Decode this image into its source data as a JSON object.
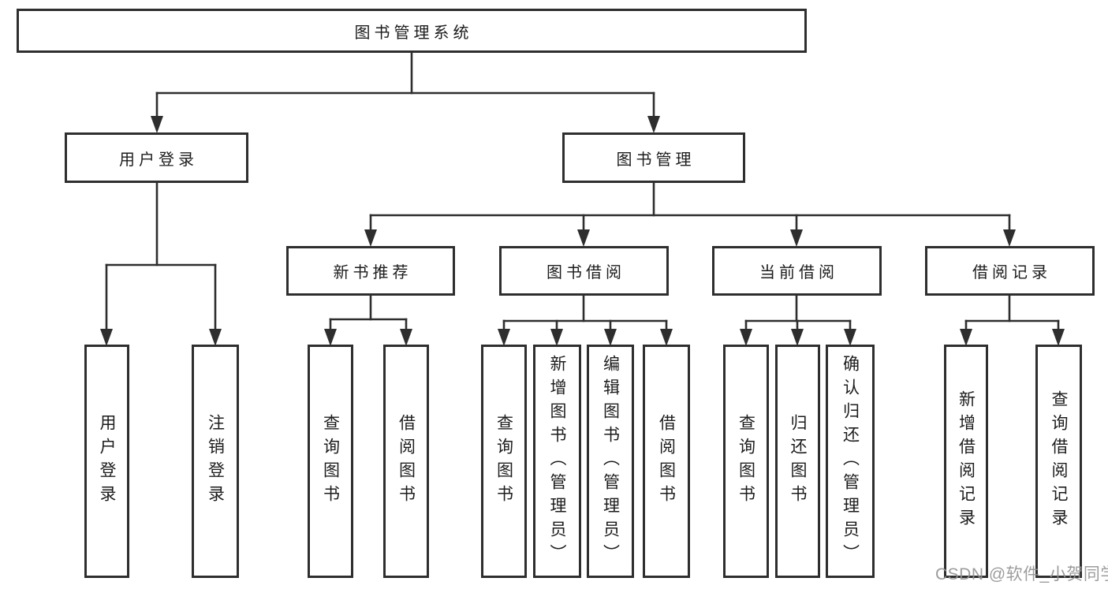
{
  "diagram": {
    "root": {
      "label": "图书管理系统"
    },
    "level2": {
      "user_login": {
        "label": "用户登录"
      },
      "book_mgmt": {
        "label": "图书管理"
      }
    },
    "level3": {
      "new_book_recommend": {
        "label": "新书推荐"
      },
      "book_borrow": {
        "label": "图书借阅"
      },
      "current_borrow": {
        "label": "当前借阅"
      },
      "borrow_records": {
        "label": "借阅记录"
      }
    },
    "leaves": [
      "用户登录",
      "注销登录",
      "查询图书",
      "借阅图书",
      "查询图书",
      "新增图书（管理员）",
      "编辑图书（管理员）",
      "借阅图书",
      "查询图书",
      "归还图书",
      "确认归还（管理员）",
      "新增借阅记录",
      "查询借阅记录"
    ]
  },
  "watermark": "CSDN @软件_小贺同学",
  "colors": {
    "line": "#2e2e2e",
    "text": "#1c1c1c",
    "watermark": "#949494",
    "background": "#ffffff"
  }
}
